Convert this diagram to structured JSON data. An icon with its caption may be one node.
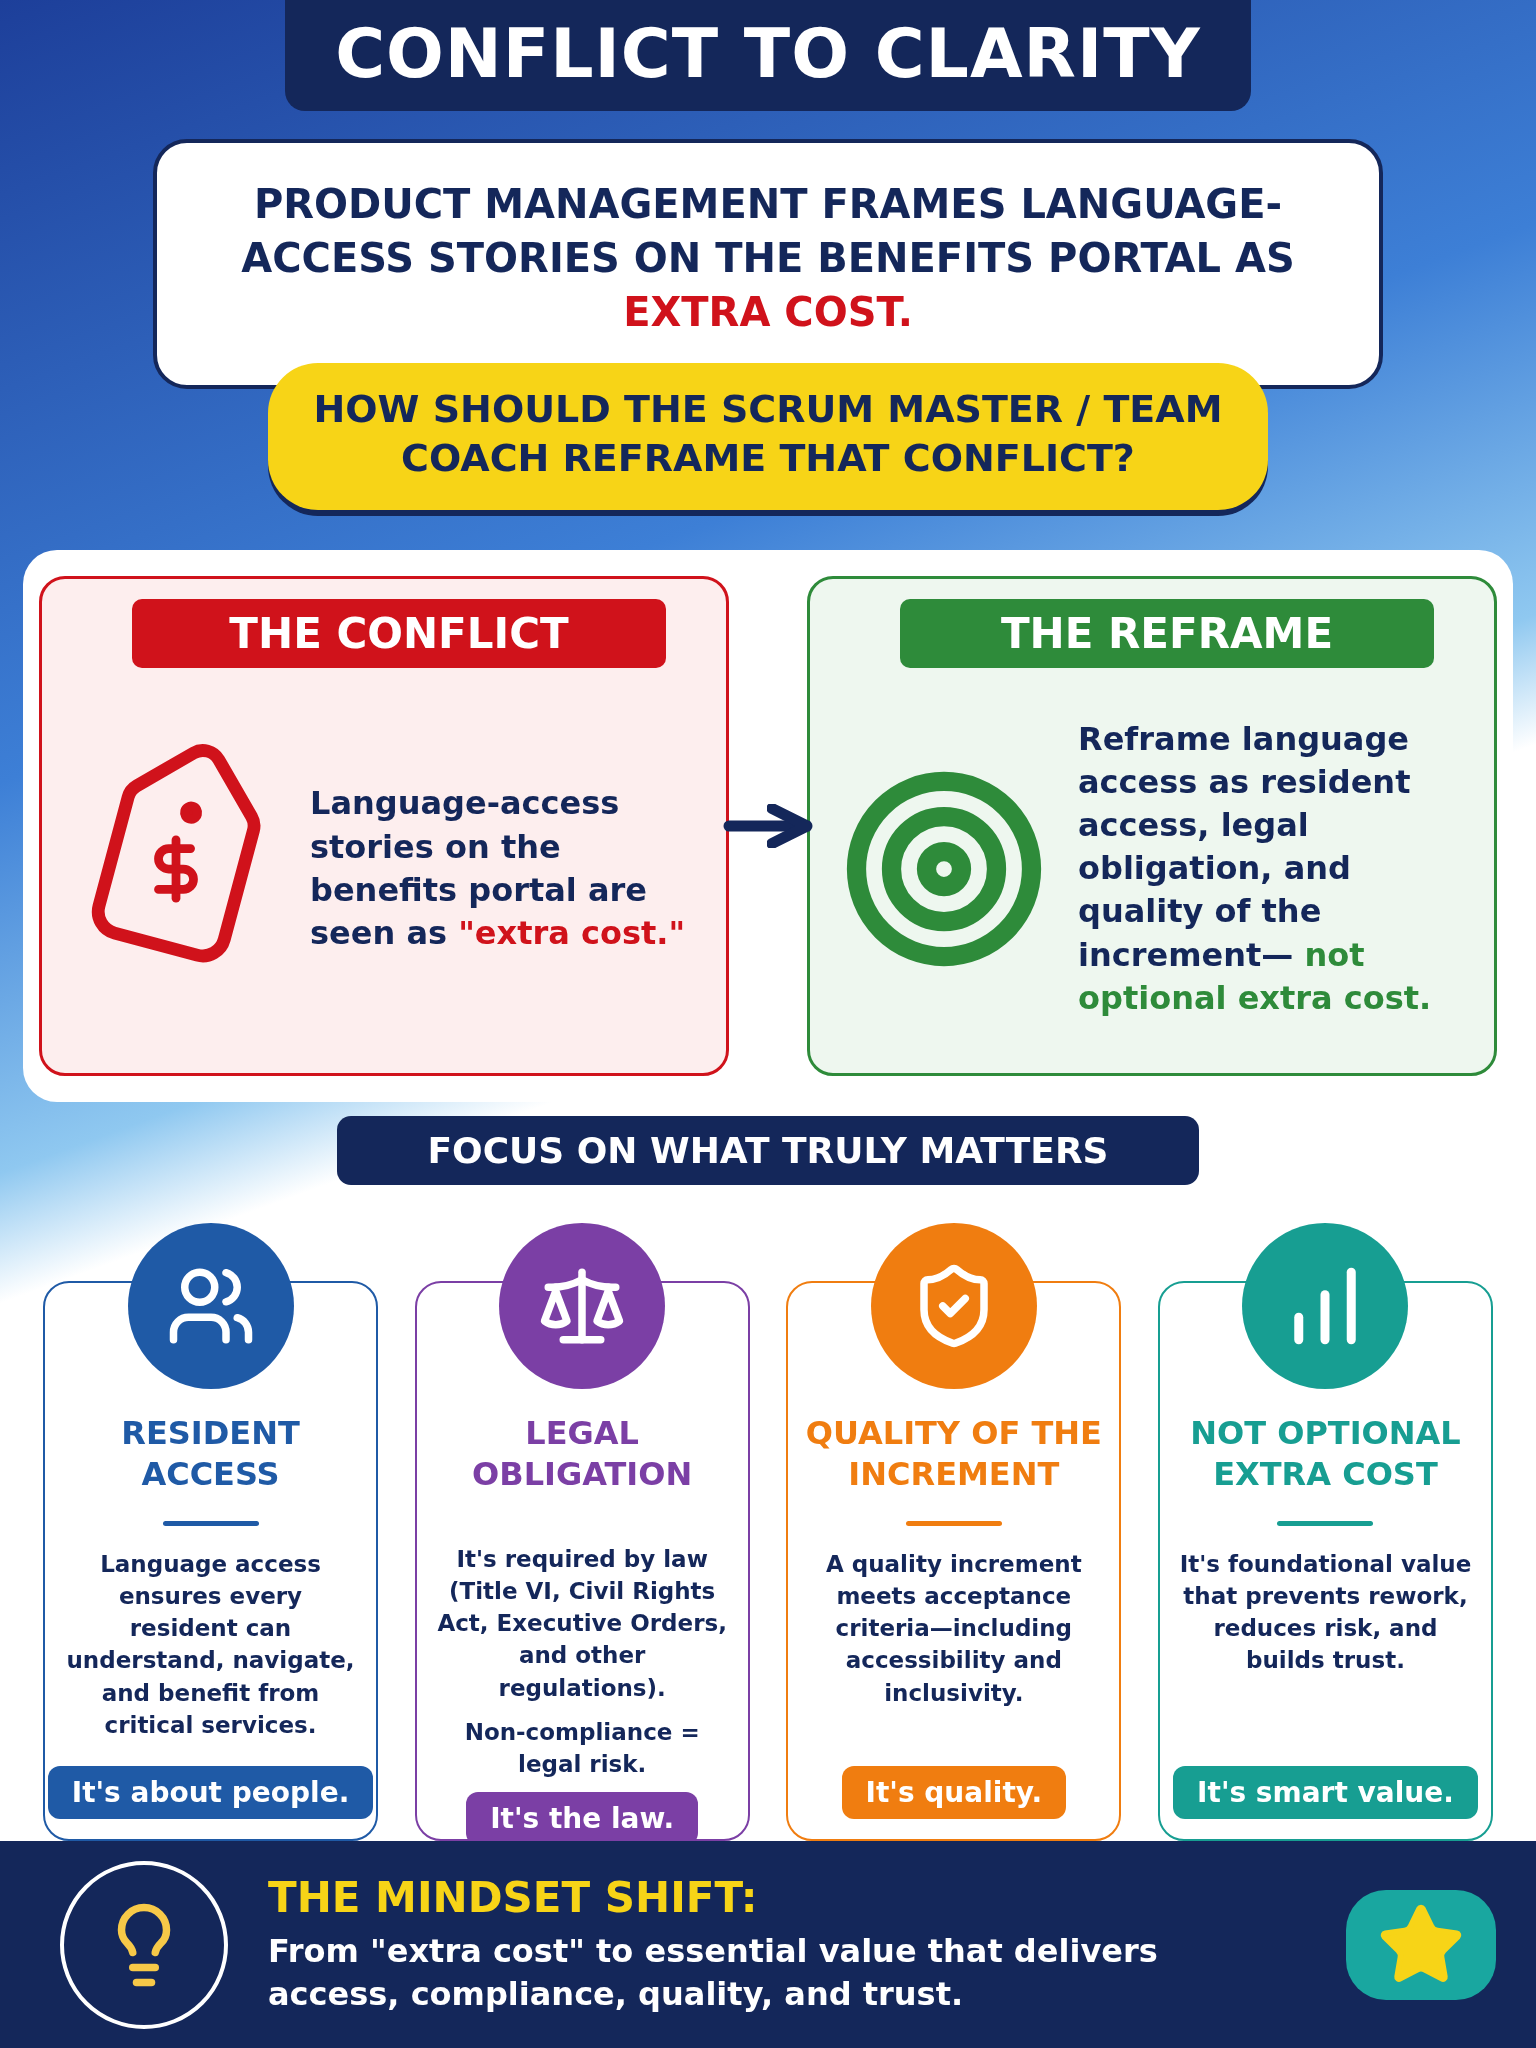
{
  "diagram": {
    "title": "CONFLICT TO CLARITY",
    "nodes": [
      {
        "text": [
          "PRODUCT MANAGEMENT FRAMES LANGUAGE-ACCESS STORIES ON THE BENEFITS PORTAL AS",
          "EXTRA COST."
        ]
      },
      {
        "text": [
          "HOW SHOULD THE SCRUM MASTER / TEAM COACH REFRAME THAT CONFLICT?"
        ]
      },
      {
        "text": [
          "THE CONFLICT",
          "Language-access stories on the benefits portal are seen as",
          "\"extra cost.\""
        ]
      },
      {
        "text": [
          "THE REFRAME",
          "Reframe language access as resident access, legal obligation, and quality of the increment—",
          "not optional extra cost."
        ]
      },
      {
        "text": [
          "FOCUS ON WHAT TRULY MATTERS"
        ]
      },
      {
        "text": [
          "RESIDENT ACCESS",
          "Language access ensures every resident can understand, navigate, and benefit from critical services.",
          "It's about people."
        ]
      },
      {
        "text": [
          "LEGAL OBLIGATION",
          "It's required by law (Title VI, Civil Rights Act, Executive Orders, and other regulations).",
          "Non-compliance = legal risk.",
          "It's the law."
        ]
      },
      {
        "text": [
          "QUALITY OF THE INCREMENT",
          "A quality increment meets acceptance criteria—including accessibility and inclusivity.",
          "It's quality."
        ]
      },
      {
        "text": [
          "NOT OPTIONAL EXTRA COST",
          "It's foundational value that prevents rework, reduces risk, and builds trust.",
          "It's smart value."
        ]
      },
      {
        "text": [
          "THE MINDSET SHIFT:",
          "From \"extra cost\" to essential value that delivers access, compliance, quality, and trust."
        ]
      }
    ],
    "edges": [
      {
        "from": 2,
        "to": 3,
        "arrow": "to"
      }
    ]
  }
}
